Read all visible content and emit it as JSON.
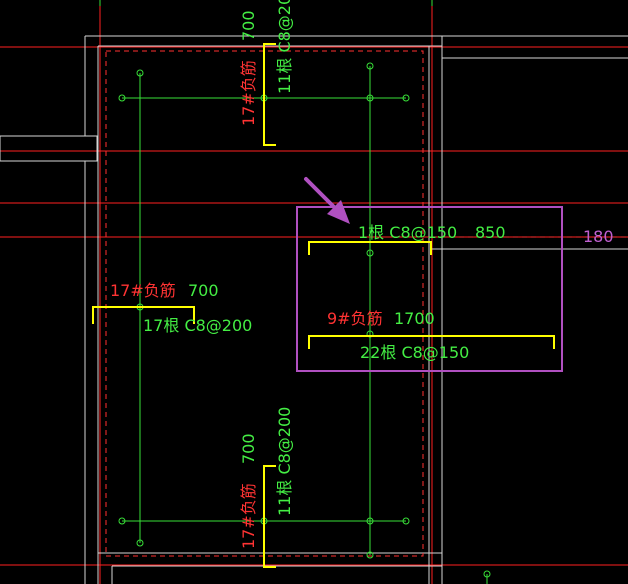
{
  "colors": {
    "background": "#000000",
    "wall": "#d6d6d6",
    "axis_red": "#ff2020",
    "dashed_red": "#ff3030",
    "rebar_green": "#38e038",
    "bracket_yellow": "#ffff00",
    "label_red": "#ff3333",
    "label_green": "#44ee44",
    "highlight_purple": "#b050c0",
    "arrow_purple": "#b050c0"
  },
  "labels": {
    "top_name": "17#负筋",
    "top_len": "700",
    "top_count": "11根 C8@200",
    "left_name": "17#负筋",
    "left_len": "700",
    "left_count": "17根 C8@200",
    "bottom_name": "17#负筋",
    "bottom_len": "700",
    "bottom_count": "11根 C8@200",
    "box_top": "1根 C8@150",
    "box_top_len": "850",
    "box_mid_name": "9#负筋",
    "box_mid_len": "1700",
    "box_mid_count": "22根 C8@150",
    "dim_180": "180"
  }
}
